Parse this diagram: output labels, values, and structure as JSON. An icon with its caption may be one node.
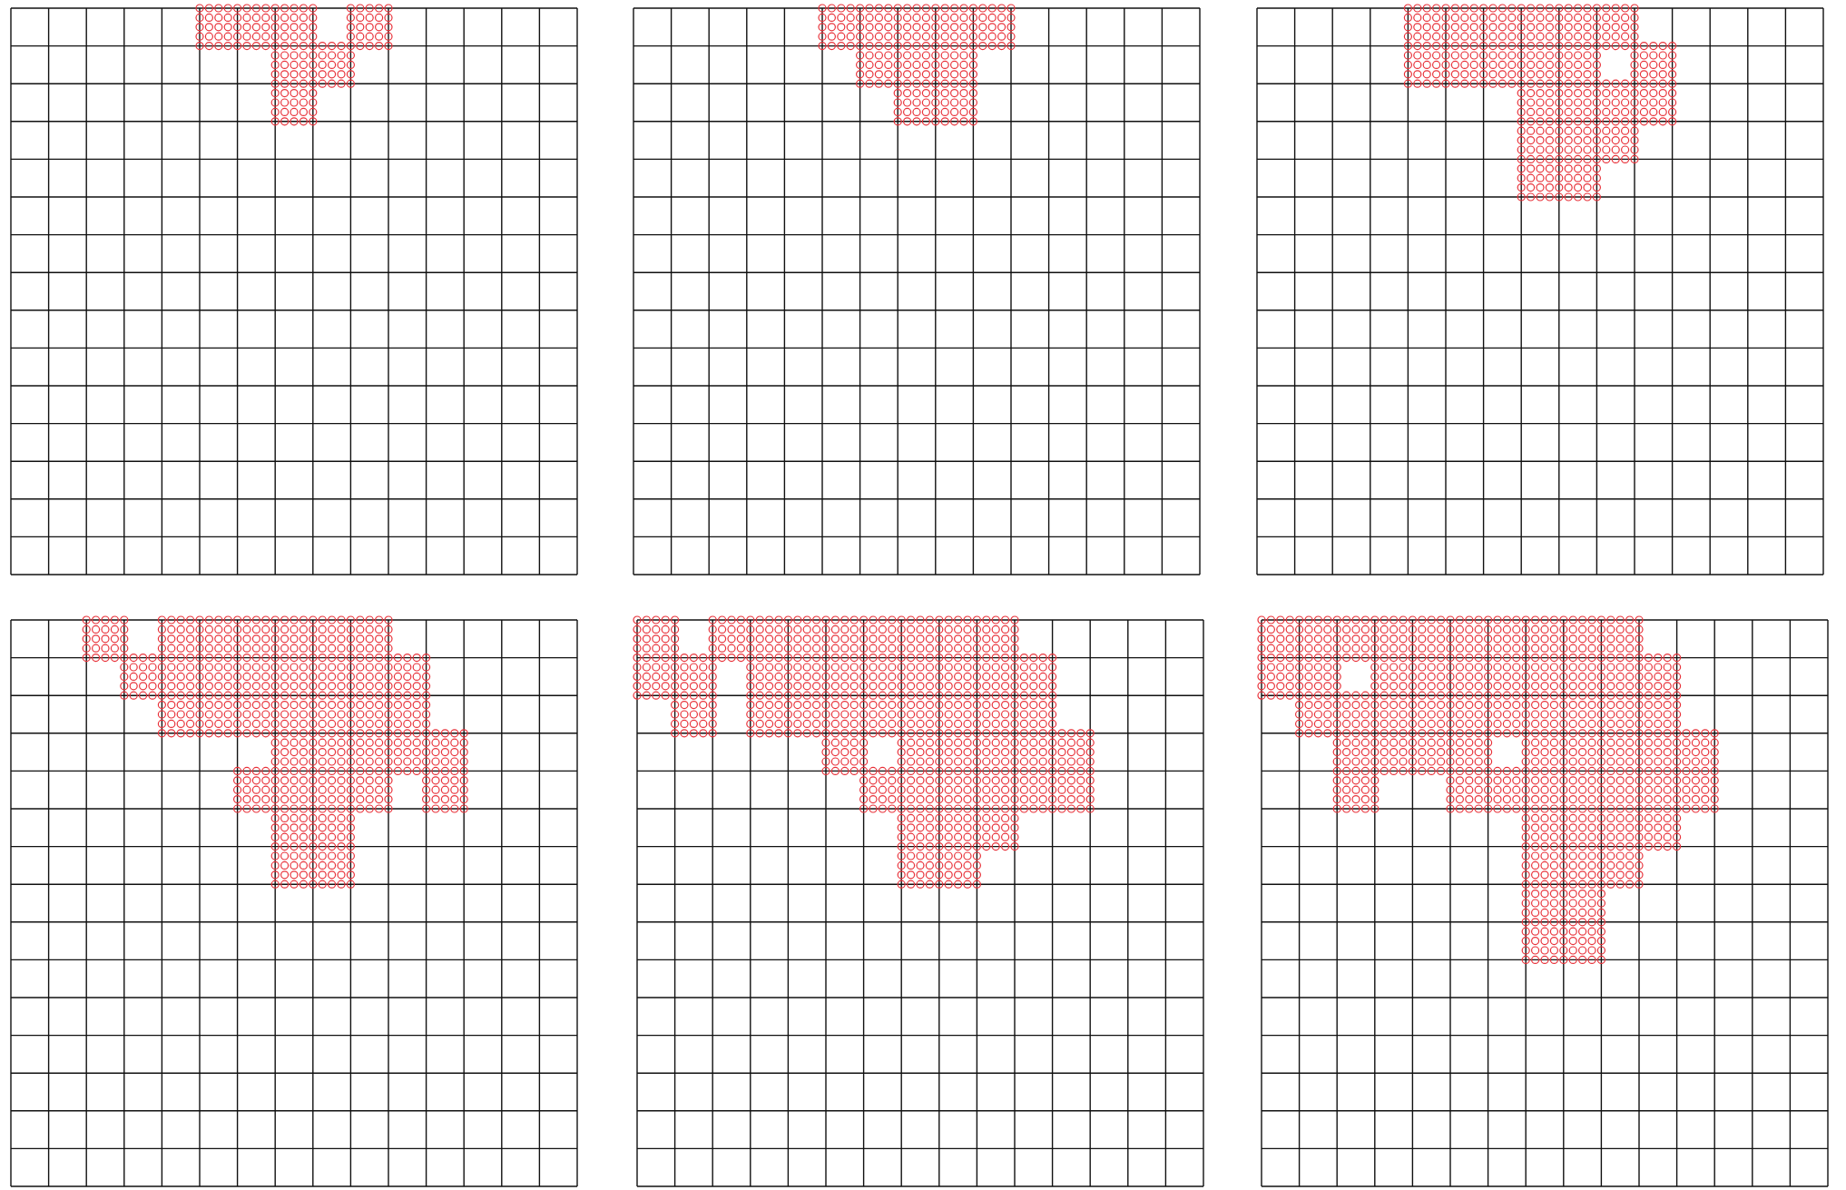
{
  "diagram": {
    "nodes": [
      {
        "text": [],
        "shape": "grid"
      },
      {
        "text": [],
        "shape": "grid"
      },
      {
        "text": [],
        "shape": "grid"
      },
      {
        "text": [],
        "shape": "grid"
      },
      {
        "text": [],
        "shape": "grid"
      },
      {
        "text": [],
        "shape": "grid"
      }
    ]
  }
}
